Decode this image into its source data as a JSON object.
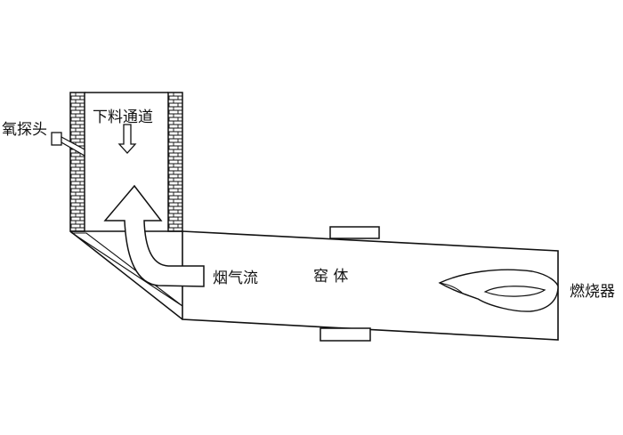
{
  "labels": {
    "oxygen_probe": "氧探头",
    "feed_channel": "下料通道",
    "flue_gas": "烟气流",
    "kiln_body": "窑 体",
    "burner": "燃烧器"
  },
  "colors": {
    "stroke": "#111111",
    "background": "#ffffff"
  }
}
